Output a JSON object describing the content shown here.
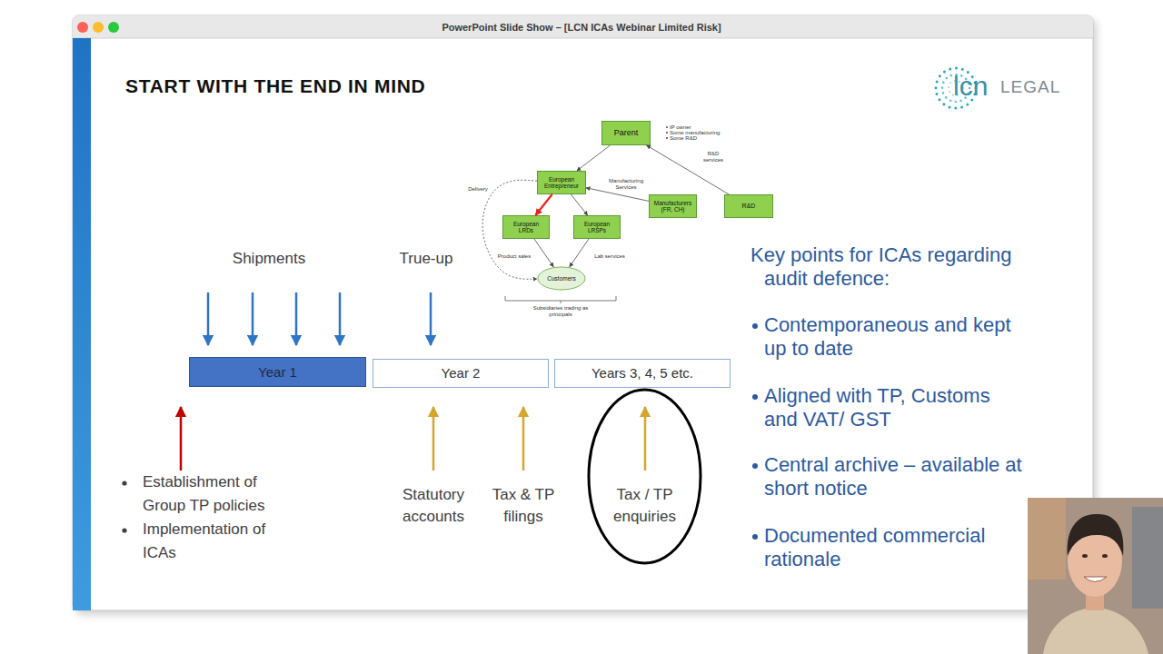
{
  "diagram": {
    "title": "START WITH THE END IN MIND",
    "nodes": [
      {
        "text": [
          "Parent"
        ]
      },
      {
        "text": [
          "European Entrepreneur"
        ]
      },
      {
        "text": [
          "Manufacturers (FR, CH)"
        ]
      },
      {
        "text": [
          "R&D"
        ]
      },
      {
        "text": [
          "European LRDs"
        ]
      },
      {
        "text": [
          "European LRSPs"
        ]
      },
      {
        "text": [
          "Customers"
        ]
      },
      {
        "text": [
          "Year 1"
        ]
      },
      {
        "text": [
          "Year 2"
        ]
      },
      {
        "text": [
          "Years 3, 4, 5 etc."
        ]
      },
      {
        "text": [
          "Tax / TP enquiries"
        ]
      }
    ],
    "edges": [
      {
        "from": 0,
        "to": 1,
        "arrow": "to"
      },
      {
        "from": 3,
        "to": 0,
        "label": "R&D services",
        "arrow": "to"
      },
      {
        "from": 2,
        "to": 1,
        "label": "Manufacturing Services",
        "arrow": "to"
      },
      {
        "from": 1,
        "to": 4,
        "arrow": "to"
      },
      {
        "from": 1,
        "to": 5,
        "arrow": "to"
      },
      {
        "from": 4,
        "to": 6,
        "label": "Product sales",
        "arrow": "to"
      },
      {
        "from": 5,
        "to": 6,
        "label": "Lab services",
        "arrow": "to"
      },
      {
        "from": 1,
        "to": 6,
        "label": "Delivery",
        "arrow": "to"
      }
    ],
    "labels": [
      "PowerPoint Slide Show – [LCN ICAs Webinar Limited Risk]",
      "lcn",
      "LEGAL",
      "IP owner",
      "Some manufacturing",
      "Some R&D",
      "Subsidiaries trading as principals",
      "Shipments",
      "True-up",
      "Establishment of Group TP policies",
      "Implementation of ICAs",
      "Statutory accounts",
      "Tax & TP filings",
      "Key points for ICAs regarding audit defence:",
      "Contemporaneous and kept up to date",
      "Aligned with TP, Customs and VAT/ GST",
      "Central archive – available at short notice",
      "Documented commercial rationale"
    ]
  }
}
